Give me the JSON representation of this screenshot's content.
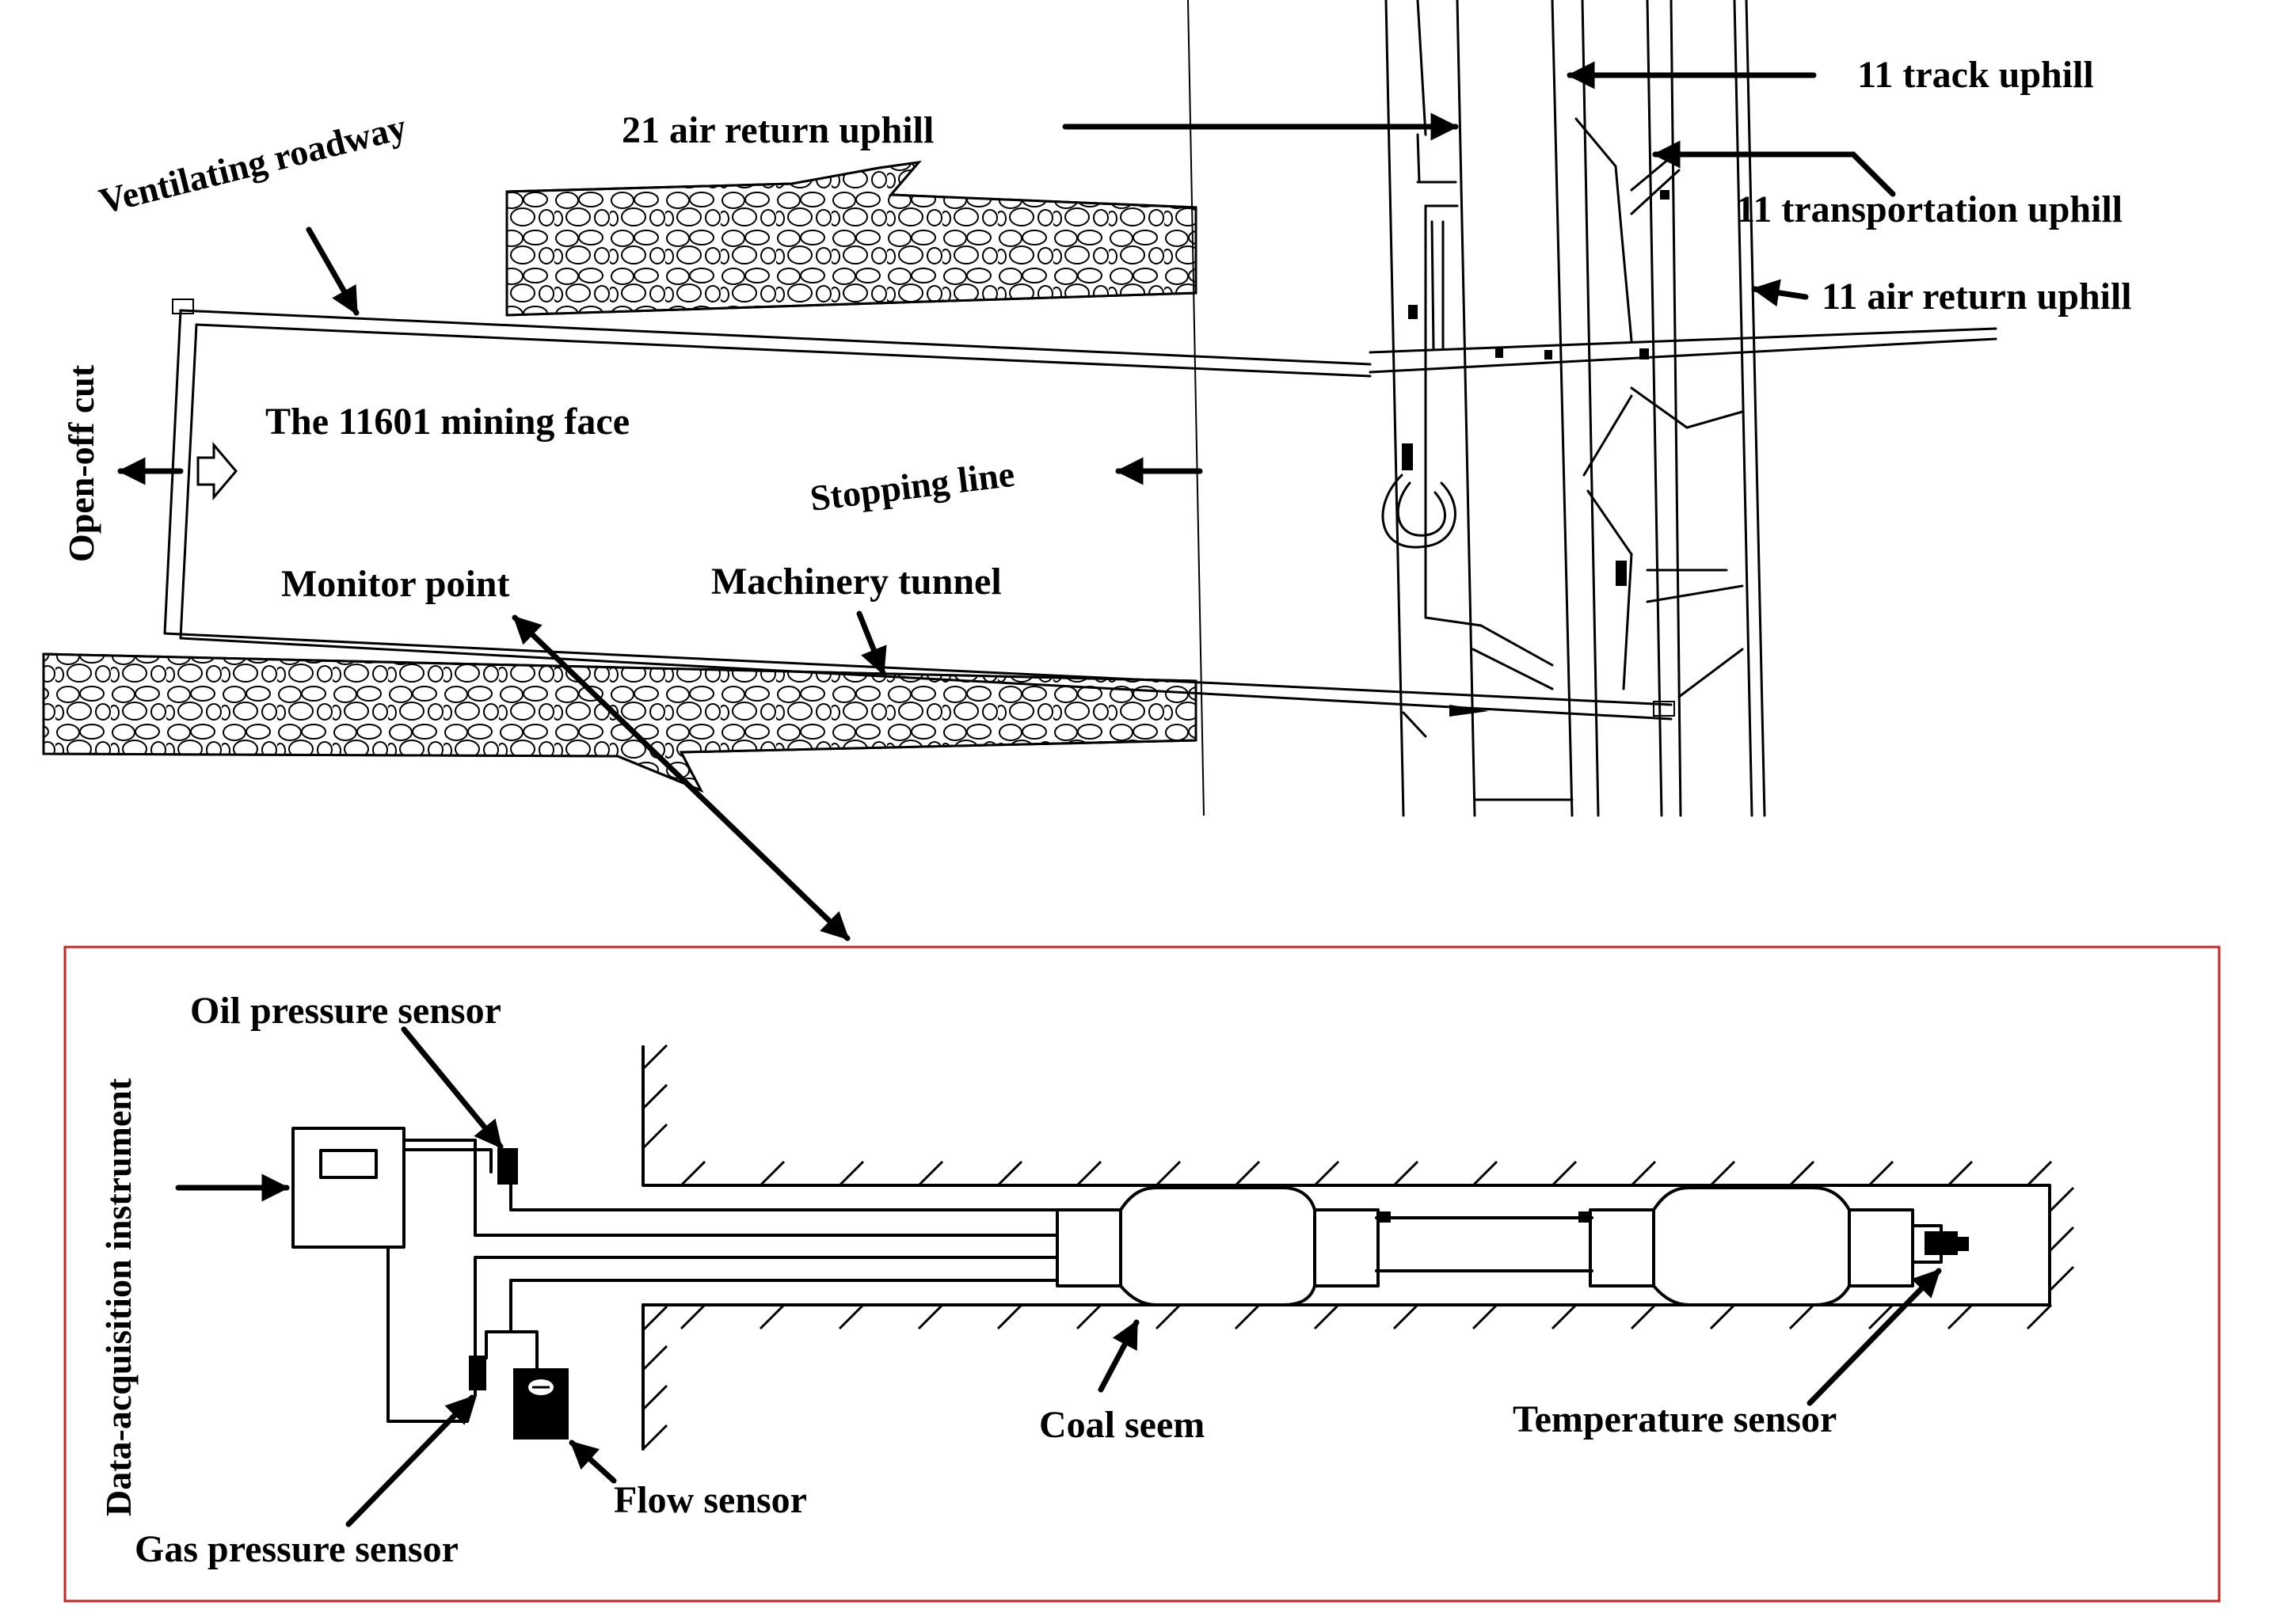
{
  "labels": {
    "ventilating_roadway": "Ventilating roadway",
    "air_return_21": "21 air return uphill",
    "track_11": "11 track uphill",
    "transportation_11": "11 transportation uphill",
    "air_return_11": "11 air return uphill",
    "open_off_cut": "Open-off cut",
    "mining_face": "The 11601 mining face",
    "stopping_line": "Stopping line",
    "monitor_point": "Monitor point",
    "machinery_tunnel": "Machinery tunnel",
    "oil_pressure_sensor": "Oil pressure sensor",
    "data_acquisition_instrument": "Data-acquisition instrument",
    "coal_seem": "Coal seem",
    "temperature_sensor": "Temperature sensor",
    "flow_sensor": "Flow sensor",
    "gas_pressure_sensor": "Gas pressure sensor"
  },
  "colors": {
    "line": "#000000",
    "inset_border": "#cc2222",
    "background": "#ffffff"
  }
}
